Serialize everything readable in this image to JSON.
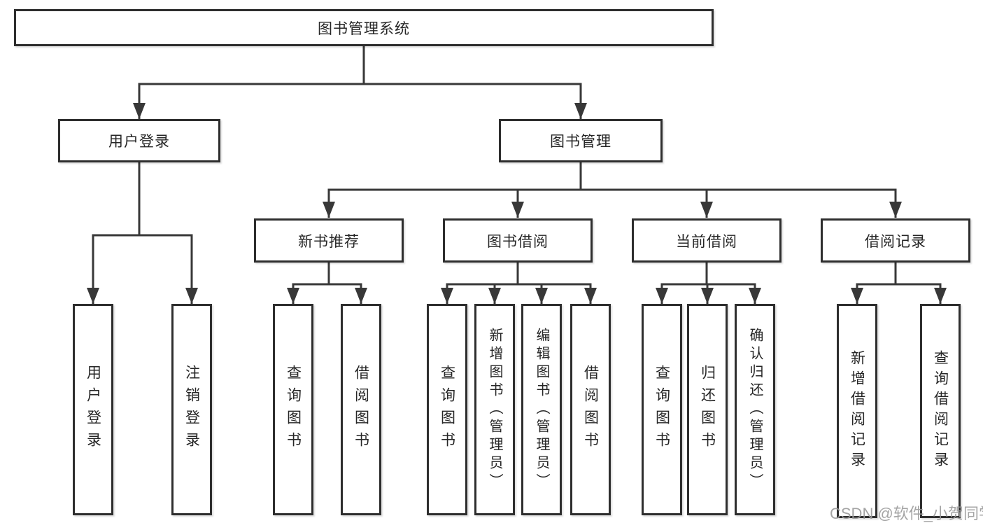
{
  "diagram": {
    "root": {
      "label": "图书管理系统"
    },
    "branches": [
      {
        "label": "用户登录",
        "children": [
          {
            "label": "用户登录"
          },
          {
            "label": "注销登录"
          }
        ]
      },
      {
        "label": "图书管理",
        "children": [
          {
            "label": "新书推荐",
            "children": [
              {
                "label": "查询图书"
              },
              {
                "label": "借阅图书"
              }
            ]
          },
          {
            "label": "图书借阅",
            "children": [
              {
                "label": "查询图书"
              },
              {
                "label": "新增图书（管理员）"
              },
              {
                "label": "编辑图书（管理员）"
              },
              {
                "label": "借阅图书"
              }
            ]
          },
          {
            "label": "当前借阅",
            "children": [
              {
                "label": "查询图书"
              },
              {
                "label": "归还图书"
              },
              {
                "label": "确认归还（管理员）"
              }
            ]
          },
          {
            "label": "借阅记录",
            "children": [
              {
                "label": "新增借阅记录"
              },
              {
                "label": "查询借阅记录"
              }
            ]
          }
        ]
      }
    ]
  },
  "watermark": {
    "text": "CSDN @软件_小贺同学"
  },
  "colors": {
    "line": "#383838",
    "box_border": "#2e2e2e",
    "text": "#262626",
    "background": "#ffffff",
    "watermark": "#9b9b9b"
  }
}
